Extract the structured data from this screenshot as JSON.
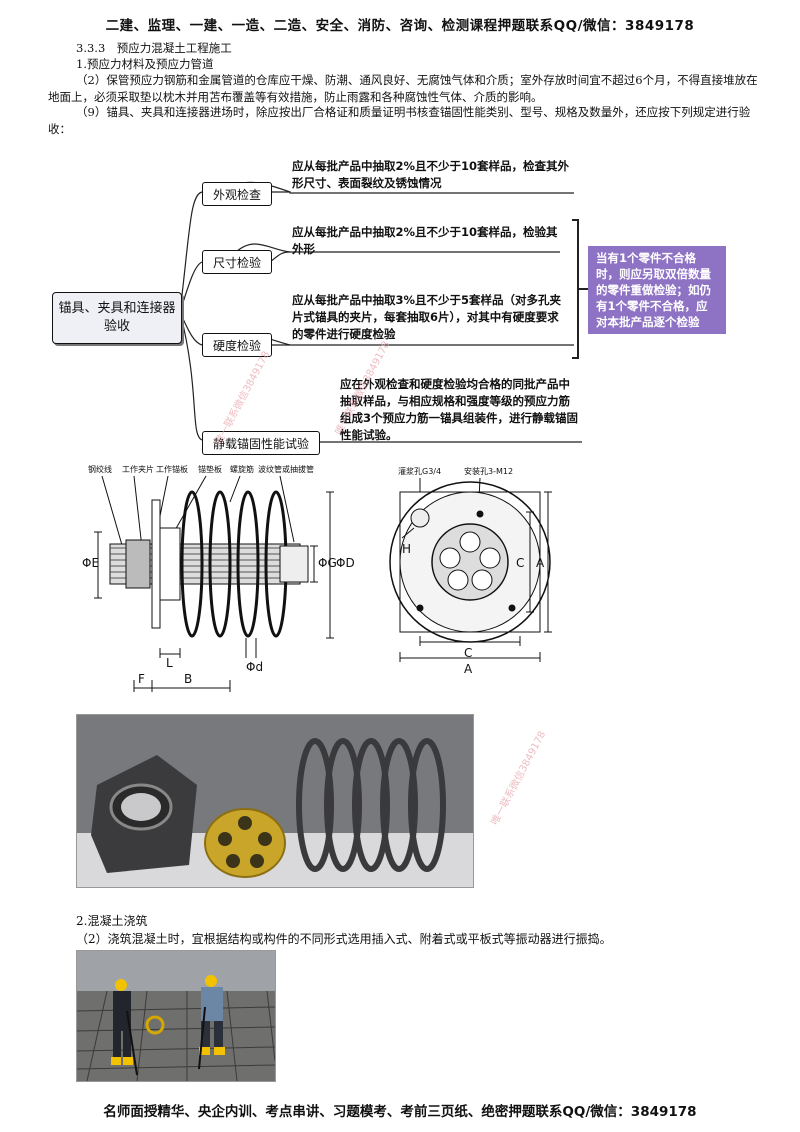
{
  "header": "二建、监理、一建、一造、二造、安全、消防、咨询、检测课程押题联系QQ/微信：3849178",
  "footer": "名师面授精华、央企内训、考点串讲、习题模考、考前三页纸、绝密押题联系QQ/微信：3849178",
  "section": {
    "heading": "3.3.3　预应力混凝土工程施工",
    "sub1": "1.预应力材料及预应力管道",
    "para_storage": "（2）保管预应力钢筋和金属管道的仓库应干燥、防潮、通风良好、无腐蚀气体和介质；室外存放时间宜不超过6个月，不得直接堆放在地面上，必须采取垫以枕木并用苫布覆盖等有效措施，防止雨露和各种腐蚀性气体、介质的影响。",
    "para_anchor": "（9）锚具、夹具和连接器进场时，除应按出厂合格证和质量证明书核查锚固性能类别、型号、规格及数量外，还应按下列规定进行验收：",
    "sub2": "2.混凝土浇筑",
    "para_vibrate": "（2）浇筑混凝土时，宜根据结构或构件的不同形式选用插入式、附着式或平板式等振动器进行振捣。"
  },
  "mindmap": {
    "root": "锚具、夹具和连接器验收",
    "branches": [
      {
        "label": "外观检查",
        "desc": "应从每批产品中抽取2%且不少于10套样品，检查其外形尺寸、表面裂纹及锈蚀情况"
      },
      {
        "label": "尺寸检验",
        "desc": "应从每批产品中抽取2%且不少于10套样品，检验其外形"
      },
      {
        "label": "硬度检验",
        "desc": "应从每批产品中抽取3%且不少于5套样品（对多孔夹片式锚具的夹片，每套抽取6片），对其中有硬度要求的零件进行硬度检验"
      },
      {
        "label": "静载锚固性能试验",
        "desc": "应在外观检查和硬度检验均合格的同批产品中抽取样品，与相应规格和强度等级的预应力筋组成3个预应力筋一锚具组装件，进行静载锚固性能试验。"
      }
    ],
    "note": "当有1个零件不合格时，则应另取双倍数量的零件重做检验；如仍有1个零件不合格，应对本批产品逐个检验"
  },
  "diagram": {
    "labels_left": [
      "钢绞线",
      "工作夹片",
      "工作锚板",
      "锚垫板",
      "螺旋筋",
      "波纹管或抽拔管"
    ],
    "labels_right": [
      "灌浆孔G3/4",
      "安装孔3-M12"
    ],
    "dims_left": [
      "ΦE",
      "ΦG",
      "ΦD",
      "L",
      "Φd",
      "F",
      "B"
    ],
    "dims_right": [
      "C",
      "A",
      "H"
    ]
  },
  "watermark": "唯一联系微信3849178"
}
